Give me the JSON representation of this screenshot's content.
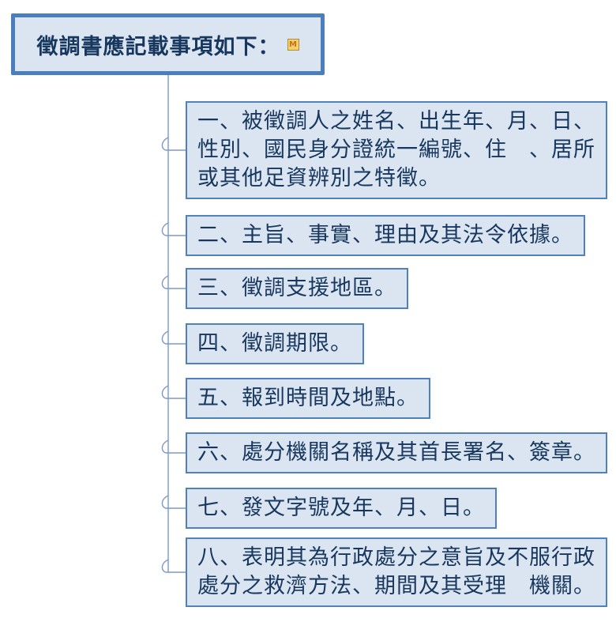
{
  "root": {
    "text": "徵調書應記載事項如下：",
    "marker": "M"
  },
  "topics": [
    "一、被徵調人之姓名、出生年、月、日、\n性別、國民身分證統一編號、住　、居所\n或其他足資辨別之特徵。",
    "二、主旨、事實、理由及其法令依據。",
    "三、徵調支援地區。",
    "四、徵調期限。",
    "五、報到時間及地點。",
    "六、處分機關名稱及其首長署名、簽章。",
    "七、發文字號及年、月、日。",
    "八、表明其為行政處分之意旨及不服行政\n處分之救濟方法、期間及其受理　機關。"
  ],
  "colors": {
    "node_fill": "#dbe5f1",
    "node_border": "#4f81bd",
    "root_border": "#4a7ebc",
    "text_color": "#17375e",
    "connector": "#7e9ac2",
    "marker_bg": "#f2d268",
    "marker_border": "#b08d36",
    "marker_text": "#cf6a1f"
  }
}
